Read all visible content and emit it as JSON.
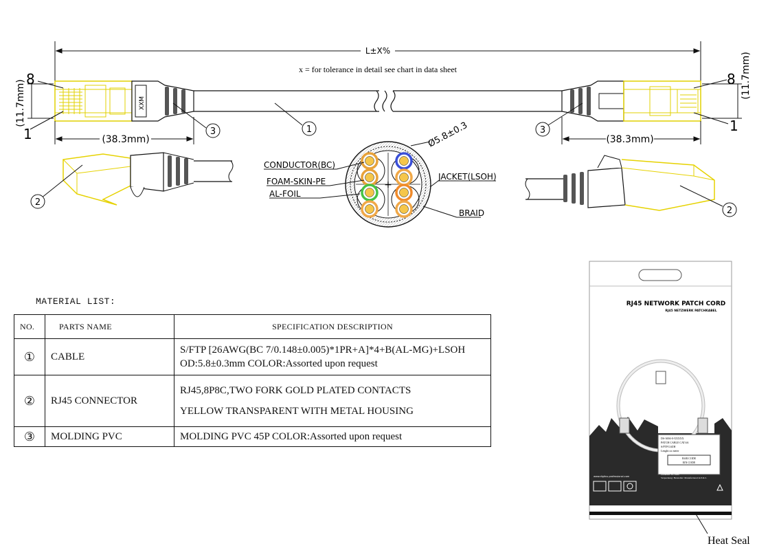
{
  "drawing": {
    "length_label": "L±X%",
    "tolerance_note": "x = for tolerance in detail see chart in data sheet",
    "pin_8": "8",
    "pin_1": "1",
    "height_label": "(11.7mm)",
    "plug_length_label": "(38.3mm)",
    "boot_mark": "XXM",
    "callout_1": "1",
    "callout_2": "2",
    "callout_3": "3",
    "diameter_label": "Ø5.8±0.3",
    "labels": {
      "conductor": "CONDUCTOR(BC)",
      "foam_skin": "FOAM-SKIN-PE",
      "al_foil": "AL-FOIL",
      "jacket": "JACKET(LSOH)",
      "braid": "BRAID"
    },
    "wire_colors": {
      "orange": "#e8a23a",
      "blue": "#3a4fd8",
      "green": "#46c346",
      "brown": "#f0a848",
      "white_core": "#f5c64a",
      "connector_yellow": "#f2e000"
    }
  },
  "material_list": {
    "title": "MATERIAL LIST:",
    "headers": {
      "no": "NO.",
      "name": "PARTS NAME",
      "spec": "SPECIFICATION DESCRIPTION"
    },
    "rows": [
      {
        "no": "①",
        "name": "CABLE",
        "spec_1": "S/FTP [26AWG(BC 7/0.148±0.005)*1PR+A]*4+B(AL-MG)+LSOH",
        "spec_2": "OD:5.8±0.3mm  COLOR:Assorted upon request"
      },
      {
        "no": "②",
        "name": "RJ45 CONNECTOR",
        "spec_1": "RJ45,8P8C,TWO FORK  GOLD PLATED CONTACTS",
        "spec_2": "YELLOW TRANSPARENT WITH METAL HOUSING"
      },
      {
        "no": "③",
        "name": "MOLDING PVC",
        "spec_1": "MOLDING PVC   45P  COLOR:Assorted upon request"
      }
    ]
  },
  "package": {
    "title": "RJ45 NETWORK PATCH CORD",
    "subtitle": "RJ45 NETZWERK PATCHKABEL",
    "label_lines": [
      "DS-3694-0-XXXXX",
      "PATCH CABLE CAT.6A",
      "S/FTP/LSZH",
      "Lenght:xx meter"
    ],
    "barcode_1": "BAR CODE",
    "barcode_2": "EIN CODE",
    "lower_lines": [
      "Artikel: Kategorie: 0-0011",
      "Artikel: Kabel/Stk. 2014",
      "Lieferant: Fa. Euro",
      "Verpackung: Hersteller: Manufactured in P.R.C."
    ],
    "website": "www.digitus-professional.com",
    "heat_seal": "Heat Seal"
  }
}
